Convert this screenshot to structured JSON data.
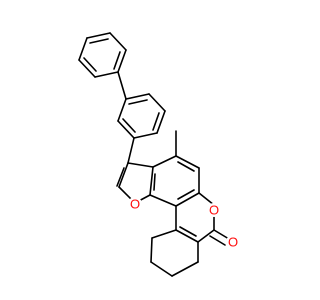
{
  "diagram": {
    "colors": {
      "background": "#ffffff",
      "bond": "#000000",
      "oxygen": "#ff0d0d"
    },
    "atom_labels": {
      "furan_oxygen": "O",
      "pyranone_ring_oxygen": "O",
      "carbonyl_oxygen": "O"
    }
  }
}
